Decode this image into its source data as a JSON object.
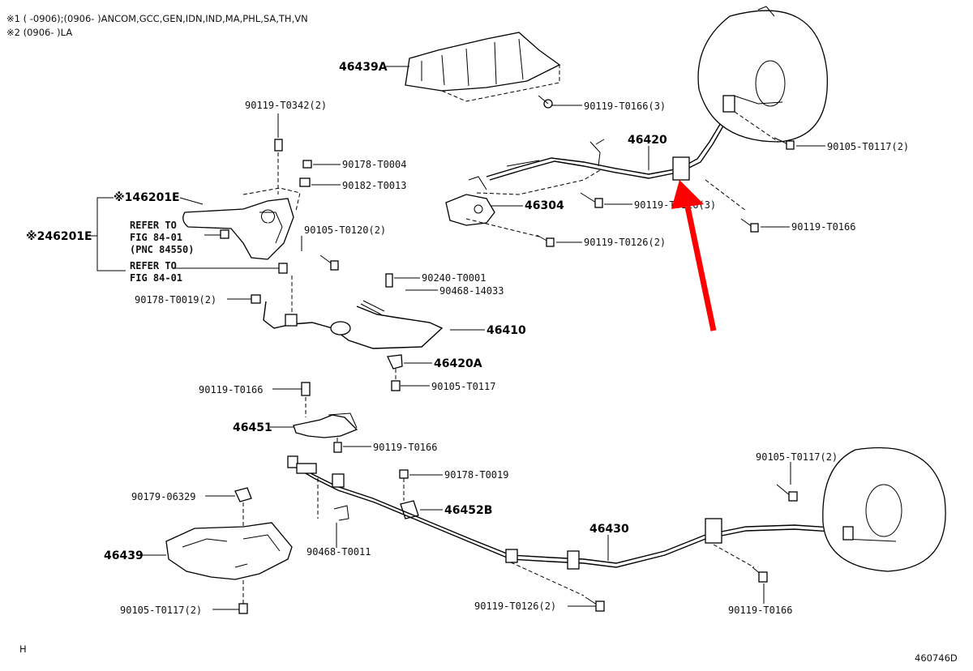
{
  "notes": {
    "note1": "※1 (      -0906);(0906-        )ANCOM,GCC,GEN,IDN,IND,MA,PHL,SA,TH,VN",
    "note2": "※2 (0906-       )LA"
  },
  "refer": {
    "r1_line1": "REFER TO",
    "r1_line2": "FIG 84-01",
    "r1_line3": "(PNC 84550)",
    "r2_line1": "REFER TO",
    "r2_line2": "FIG 84-01"
  },
  "labels": {
    "p46439A": "46439A",
    "p90119_T0166_3": "90119-T0166(3)",
    "p90119_T0342_2": "90119-T0342(2)",
    "p90178_T0004": "90178-T0004",
    "p90182_T0013": "90182-T0013",
    "p46201E_1": "※146201E",
    "p46201E_2": "※246201E",
    "p90105_T0120_2": "90105-T0120(2)",
    "p46420": "46420",
    "p90105_T0117_2a": "90105-T0117(2)",
    "p46304": "46304",
    "p90119_T0126_3": "90119-T0126(3)",
    "p90119_T0166a": "90119-T0166",
    "p90119_T0126_2a": "90119-T0126(2)",
    "p90240_T0001": "90240-T0001",
    "p90468_14033": "90468-14033",
    "p90178_T0019_2": "90178-T0019(2)",
    "p46410": "46410",
    "p46420A": "46420A",
    "p90105_T0117": "90105-T0117",
    "p90119_T0166b": "90119-T0166",
    "p46451": "46451",
    "p90119_T0166c": "90119-T0166",
    "p90178_T0019": "90178-T0019",
    "p90179_06329": "90179-06329",
    "p46452B": "46452B",
    "p90105_T0117_2b": "90105-T0117(2)",
    "p46430": "46430",
    "p46439": "46439",
    "p90468_T0011": "90468-T0011",
    "p90119_T0126_2b": "90119-T0126(2)",
    "p90119_T0166d": "90119-T0166",
    "p90105_T0117_2c": "90105-T0117(2)"
  },
  "footer": {
    "left": "H",
    "right": "460746D"
  },
  "colors": {
    "arrow": "#ff0000",
    "ink": "#000000"
  }
}
